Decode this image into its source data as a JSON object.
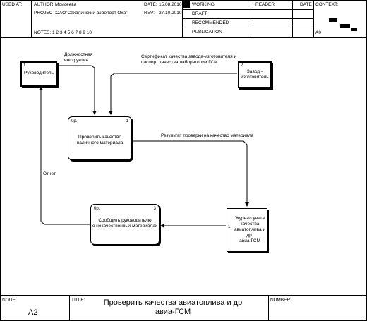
{
  "header": {
    "used_at": "USED AT:",
    "author_label": "AUTHOR:",
    "author": "Моисеева",
    "date_label": "DATE:",
    "date": "15.08.2010",
    "project_label": "PROJECT:",
    "project": "ОАО\"Сахалинский аэропорт Оха\"",
    "rev_label": "REV:",
    "rev": "27.10.2010",
    "notes": "NOTES: 1 2 3 4 5 6 7 8 9 10",
    "working": "WORKING",
    "draft": "DRAFT",
    "recommended": "RECOMMENDED",
    "publication": "PUBLICATION",
    "reader": "READER",
    "reader_date": "DATE",
    "context": "CONTEXT:",
    "context_node": "A0"
  },
  "diagram": {
    "ext1": {
      "num": "1",
      "label": "Руководитель"
    },
    "ext2": {
      "num": "2",
      "label": "Завод -\nизготовитель"
    },
    "proc1": {
      "id": "0р.",
      "num": "1",
      "label": "Проверить качество\nналичного материала"
    },
    "proc3": {
      "id": "0р.",
      "num": "3",
      "label": "Сообщить руководителю\nо некачественных материалах"
    },
    "store": {
      "num": "1",
      "label": "Журнал учета\nкачества\nавиатоплива и др.\nавиа-ГСМ"
    },
    "arrows": {
      "instr": "Должностная\nинструкция",
      "cert": "Сертификат качества завода-изготовителя и\nпаспорт качества лаборатории ГСМ",
      "result": "Результат проверки на качество материала",
      "report": "Отчет"
    }
  },
  "footer": {
    "node_label": "NODE:",
    "node": "A2",
    "title_label": "TITLE:",
    "title": "Проверить качества  авиатоплива и др\nавиа-ГСМ",
    "number_label": "NUMBER:"
  }
}
